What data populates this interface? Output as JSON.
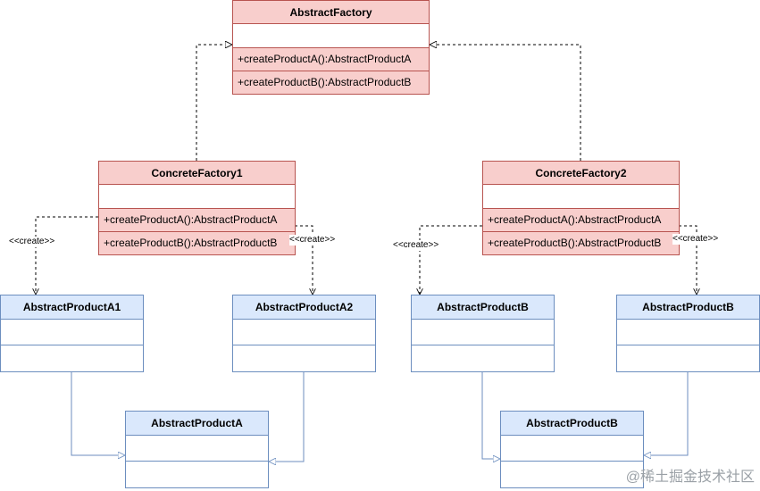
{
  "abstract_factory": {
    "name": "AbstractFactory",
    "ops": [
      "+createProductA():AbstractProductA",
      "+createProductB():AbstractProductB"
    ]
  },
  "concrete_factory_1": {
    "name": "ConcreteFactory1",
    "ops": [
      "+createProductA():AbstractProductA",
      "+createProductB():AbstractProductB"
    ]
  },
  "concrete_factory_2": {
    "name": "ConcreteFactory2",
    "ops": [
      "+createProductA():AbstractProductA",
      "+createProductB():AbstractProductB"
    ]
  },
  "products": {
    "a1": "AbstractProductA1",
    "a2": "AbstractProductA2",
    "b_left": "AbstractProductB",
    "b_right": "AbstractProductB"
  },
  "parents": {
    "a": "AbstractProductA",
    "b": "AbstractProductB"
  },
  "edge_label": "<<create>>",
  "watermark": "@稀土掘金技术社区",
  "colors": {
    "factory_fill": "#f8cecc",
    "factory_stroke": "#b85450",
    "product_header": "#dae8fc",
    "product_stroke": "#6c8ebf"
  }
}
